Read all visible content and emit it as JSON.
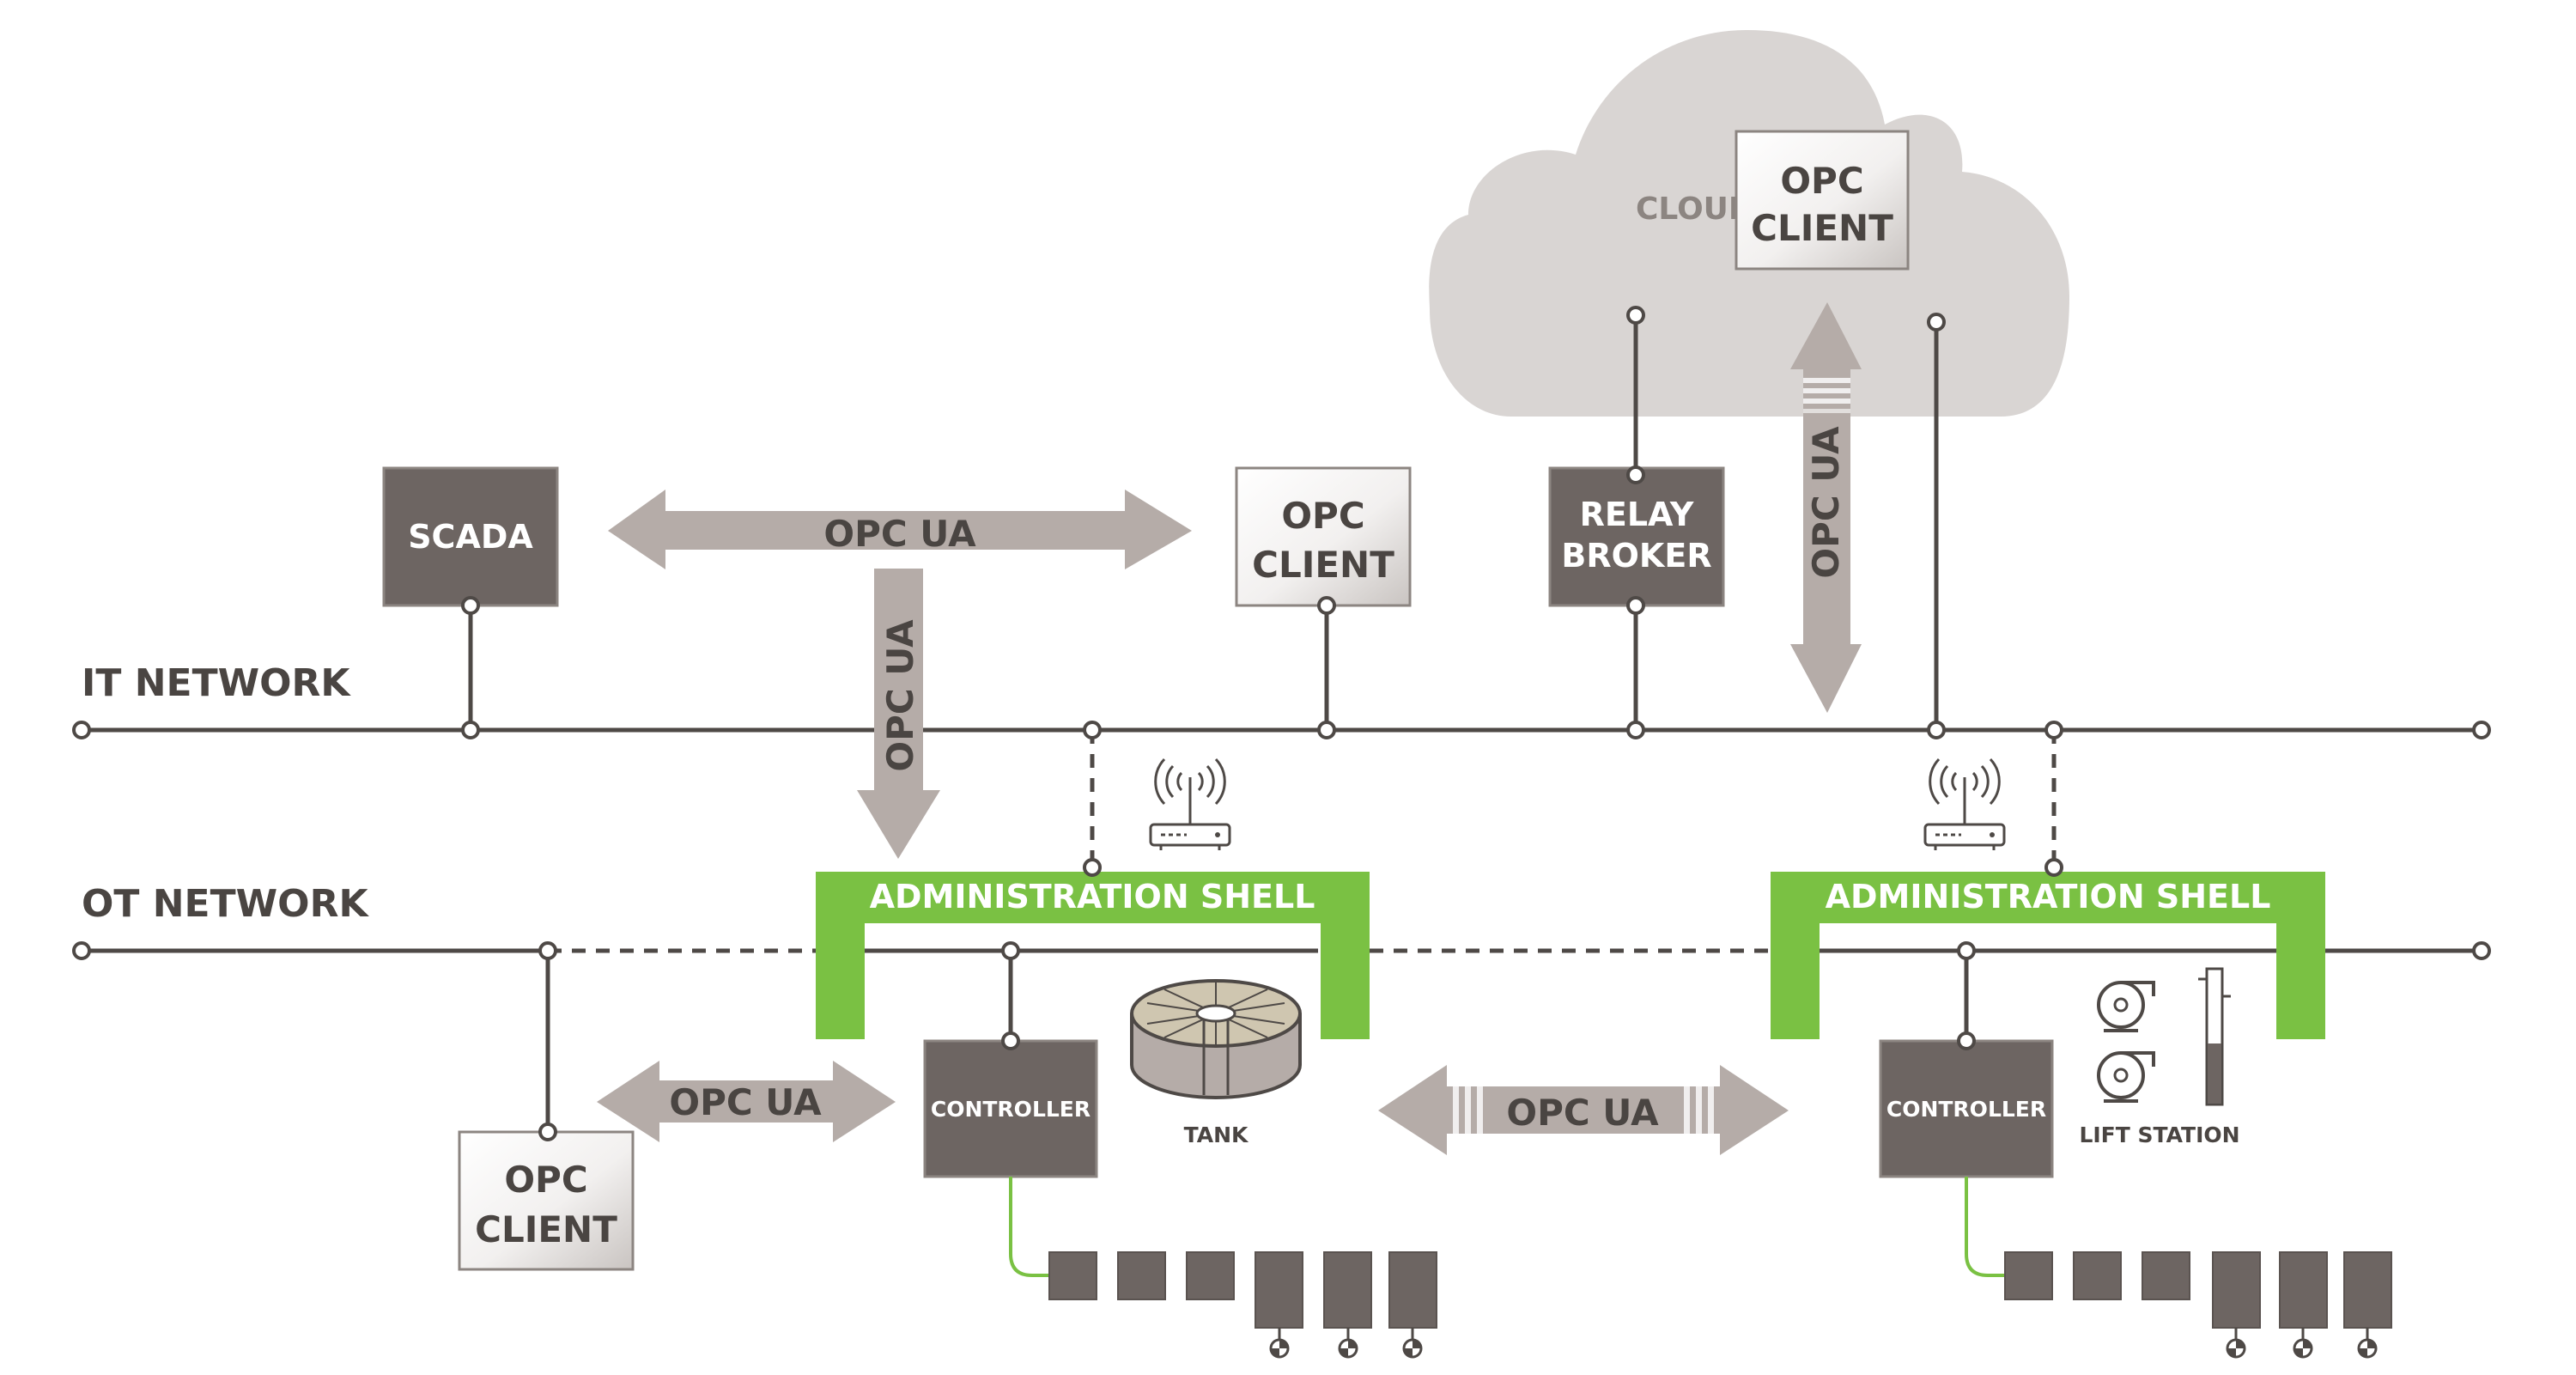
{
  "labels": {
    "it_network": "IT NETWORK",
    "ot_network": "OT NETWORK",
    "cloud": "CLOUD",
    "scada": "SCADA",
    "opc_client_line1": "OPC",
    "opc_client_line2": "CLIENT",
    "relay_line1": "RELAY",
    "relay_line2": "BROKER",
    "opc_ua": "OPC UA",
    "admin_shell": "ADMINISTRATION SHELL",
    "controller": "CONTROLLER",
    "tank": "TANK",
    "lift_station": "LIFT STATION"
  },
  "colors": {
    "dark_gray": "#6d6562",
    "arrow_gray": "#b5aca8",
    "cloud_gray": "#d9d5d3",
    "green": "#7ac143",
    "line": "#4e4946"
  },
  "icons": [
    "wifi-router-icon",
    "tank-icon",
    "pump-icon",
    "level-gauge-icon",
    "sensor-icon"
  ]
}
